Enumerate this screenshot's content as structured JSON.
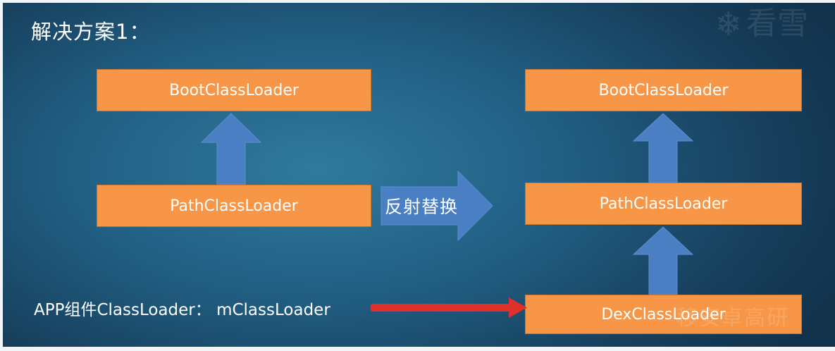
{
  "slide": {
    "title": "解决方案1：",
    "watermark": {
      "icon": "snowflake-icon",
      "text": "看雪"
    },
    "left_stack": {
      "boot_label": "BootClassLoader",
      "path_label": "PathClassLoader"
    },
    "transition": {
      "label": "反射替换"
    },
    "right_stack": {
      "boot_label": "BootClassLoader",
      "path_label": "PathClassLoader",
      "dex_label": "DexClassLoader"
    },
    "caption": "APP组件ClassLoader： mClassLoader",
    "faint_watermark": "移安卓高研"
  },
  "colors": {
    "box_fill": "#f79646",
    "arrow_fill": "#4a7fc4",
    "pointer_fill": "#e0302a",
    "background": "#215f83"
  }
}
